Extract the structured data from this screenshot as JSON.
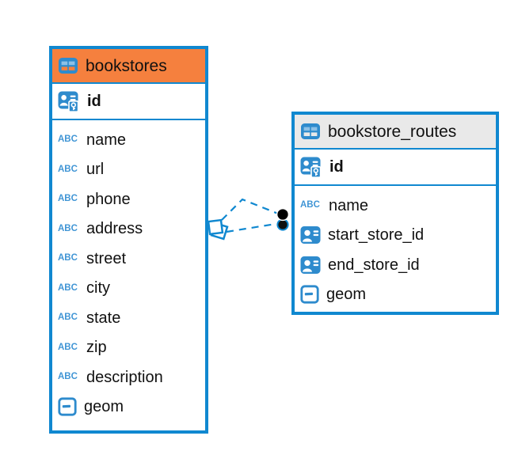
{
  "icons": {
    "text_type_label": "ABC"
  },
  "colors": {
    "accent_blue": "#1088d0",
    "icon_blue": "#2e8bcd",
    "bookstores_header": "#f5803e",
    "bookstore_routes_header": "#e9e9e9"
  },
  "tables": [
    {
      "name": "bookstores",
      "columns": [
        {
          "name": "id",
          "type_icon": "primary-key"
        },
        {
          "name": "name",
          "type_icon": "text"
        },
        {
          "name": "url",
          "type_icon": "text"
        },
        {
          "name": "phone",
          "type_icon": "text"
        },
        {
          "name": "address",
          "type_icon": "text"
        },
        {
          "name": "street",
          "type_icon": "text"
        },
        {
          "name": "city",
          "type_icon": "text"
        },
        {
          "name": "state",
          "type_icon": "text"
        },
        {
          "name": "zip",
          "type_icon": "text"
        },
        {
          "name": "description",
          "type_icon": "text"
        },
        {
          "name": "geom",
          "type_icon": "geometry"
        }
      ]
    },
    {
      "name": "bookstore_routes",
      "columns": [
        {
          "name": "id",
          "type_icon": "primary-key"
        },
        {
          "name": "name",
          "type_icon": "text"
        },
        {
          "name": "start_store_id",
          "type_icon": "foreign-key"
        },
        {
          "name": "end_store_id",
          "type_icon": "foreign-key"
        },
        {
          "name": "geom",
          "type_icon": "geometry"
        }
      ]
    }
  ],
  "relationships": {
    "style": "dashed",
    "count": 2,
    "between": [
      "bookstores",
      "bookstore_routes"
    ]
  }
}
